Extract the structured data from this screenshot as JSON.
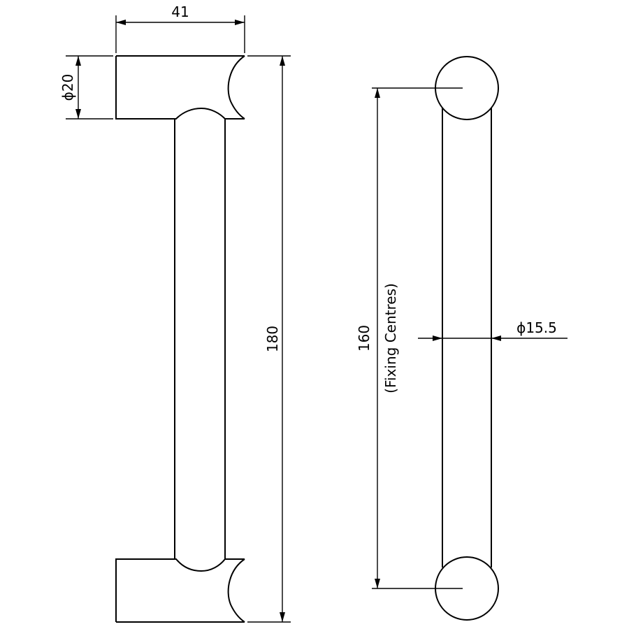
{
  "dimensions": {
    "width": "41",
    "end_diameter": "ϕ20",
    "overall_length": "180",
    "fixing_centres_value": "160",
    "fixing_centres_label": "(Fixing Centres)",
    "bar_diameter": "ϕ15.5"
  }
}
